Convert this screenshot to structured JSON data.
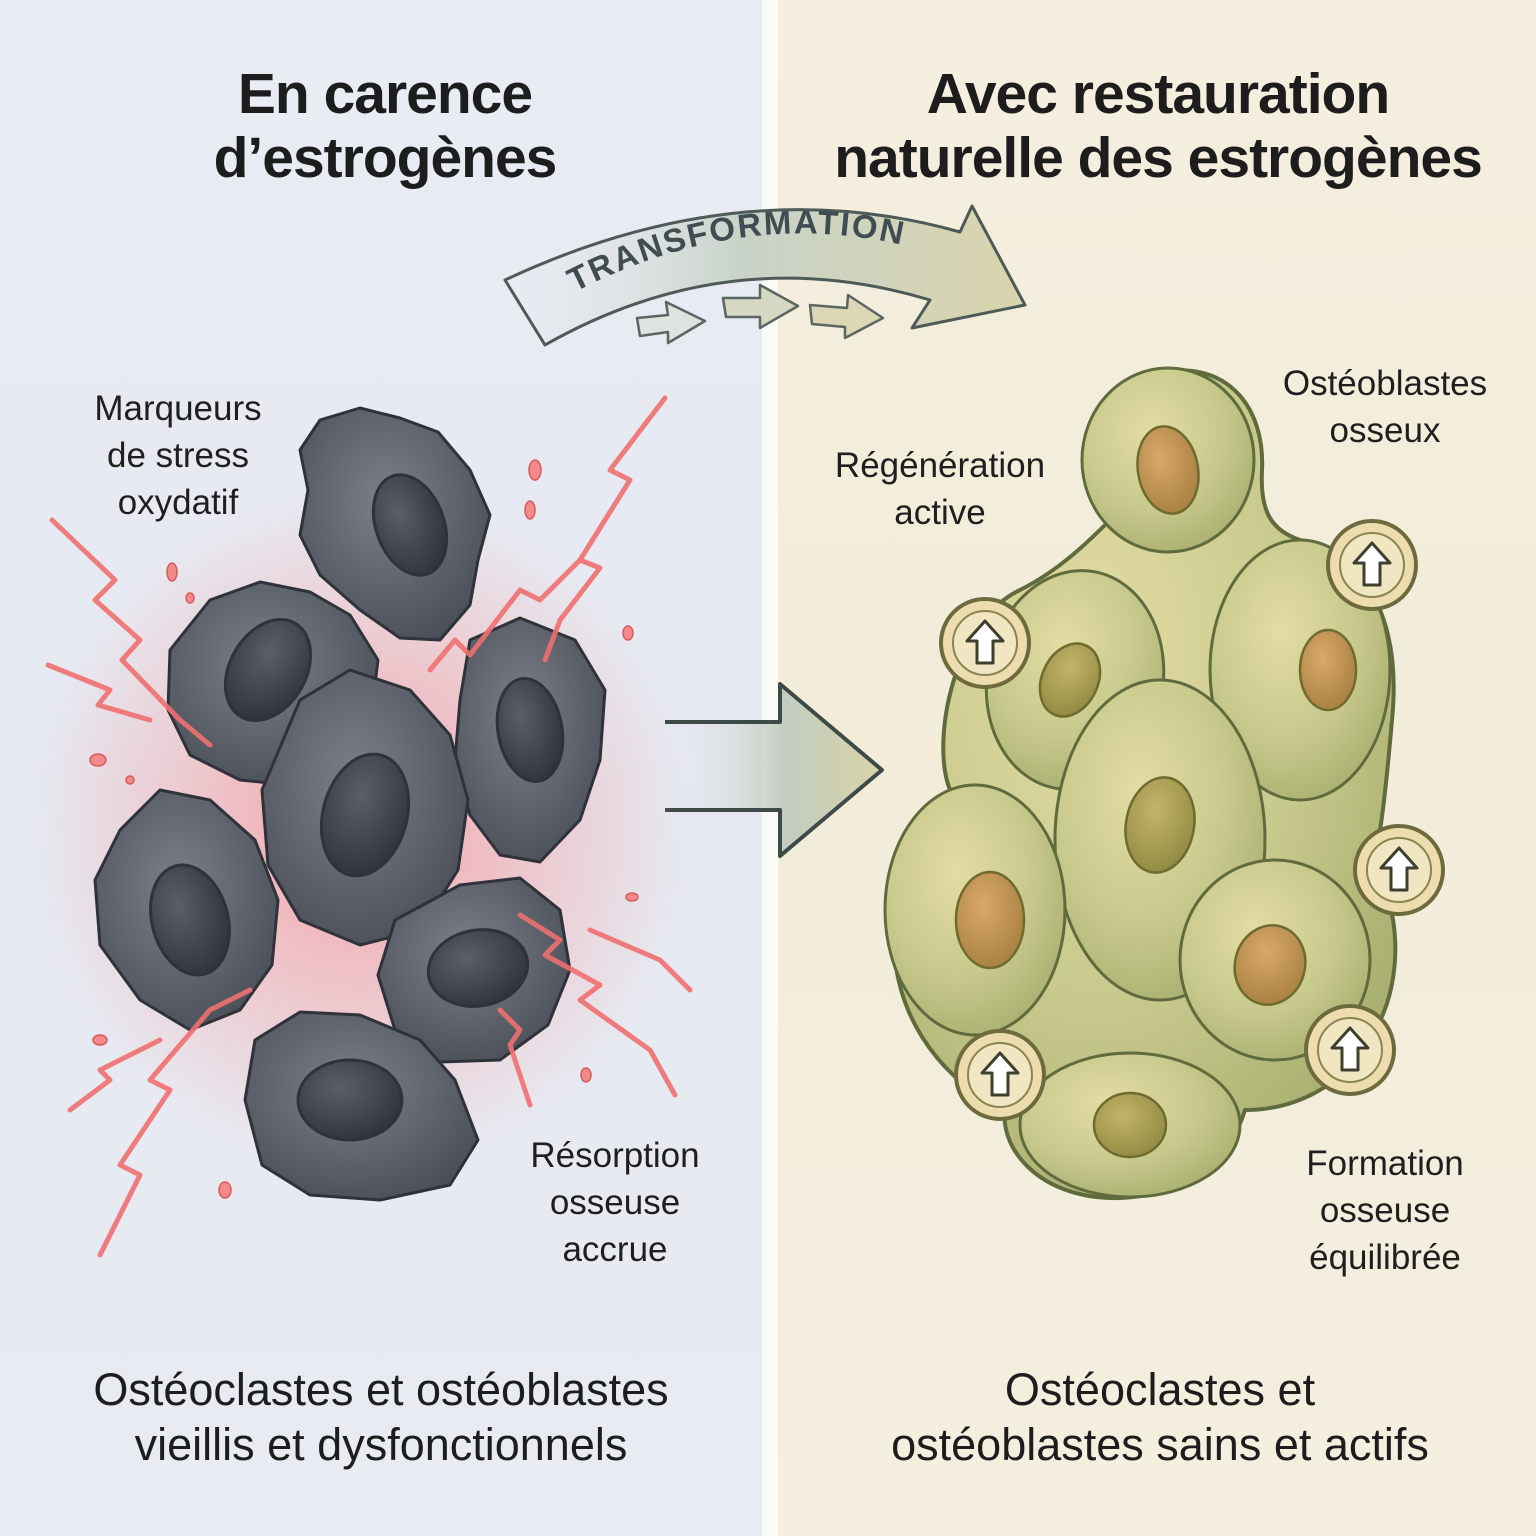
{
  "left": {
    "title_line1": "En carence",
    "title_line2": "d’estrogènes",
    "label_stress_1": "Marqueurs",
    "label_stress_2": "de stress",
    "label_stress_3": "oxydatif",
    "label_resorption_1": "Résorption",
    "label_resorption_2": "osseuse",
    "label_resorption_3": "accrue",
    "caption_line1": "Ostéoclastes et ostéoblastes",
    "caption_line2": "vieillis et dysfonctionnels"
  },
  "right": {
    "title_line1": "Avec restauration",
    "title_line2": "naturelle des estrogènes",
    "label_osteoblasts_1": "Ostéoblastes",
    "label_osteoblasts_2": "osseux",
    "label_regeneration_1": "Régénération",
    "label_regeneration_2": "active",
    "label_formation_1": "Formation",
    "label_formation_2": "osseuse",
    "label_formation_3": "équilibrée",
    "caption_line1": "Ostéoclastes et",
    "caption_line2": "ostéoblastes sains et actifs"
  },
  "transformation_label": "TRANSFORMATION",
  "colors": {
    "left_bg": "#e8ebf2",
    "right_bg": "#f3eedd",
    "stress_red": "#f26b6b",
    "damaged_cell": "#5b5f68",
    "healthy_cell": "#c9c98a",
    "nucleus": "#a39a4e",
    "arrow_fill": "#d9d7b6"
  },
  "icons": [
    "lightning-icon",
    "arrow-up-icon",
    "arrow-right-icon"
  ]
}
